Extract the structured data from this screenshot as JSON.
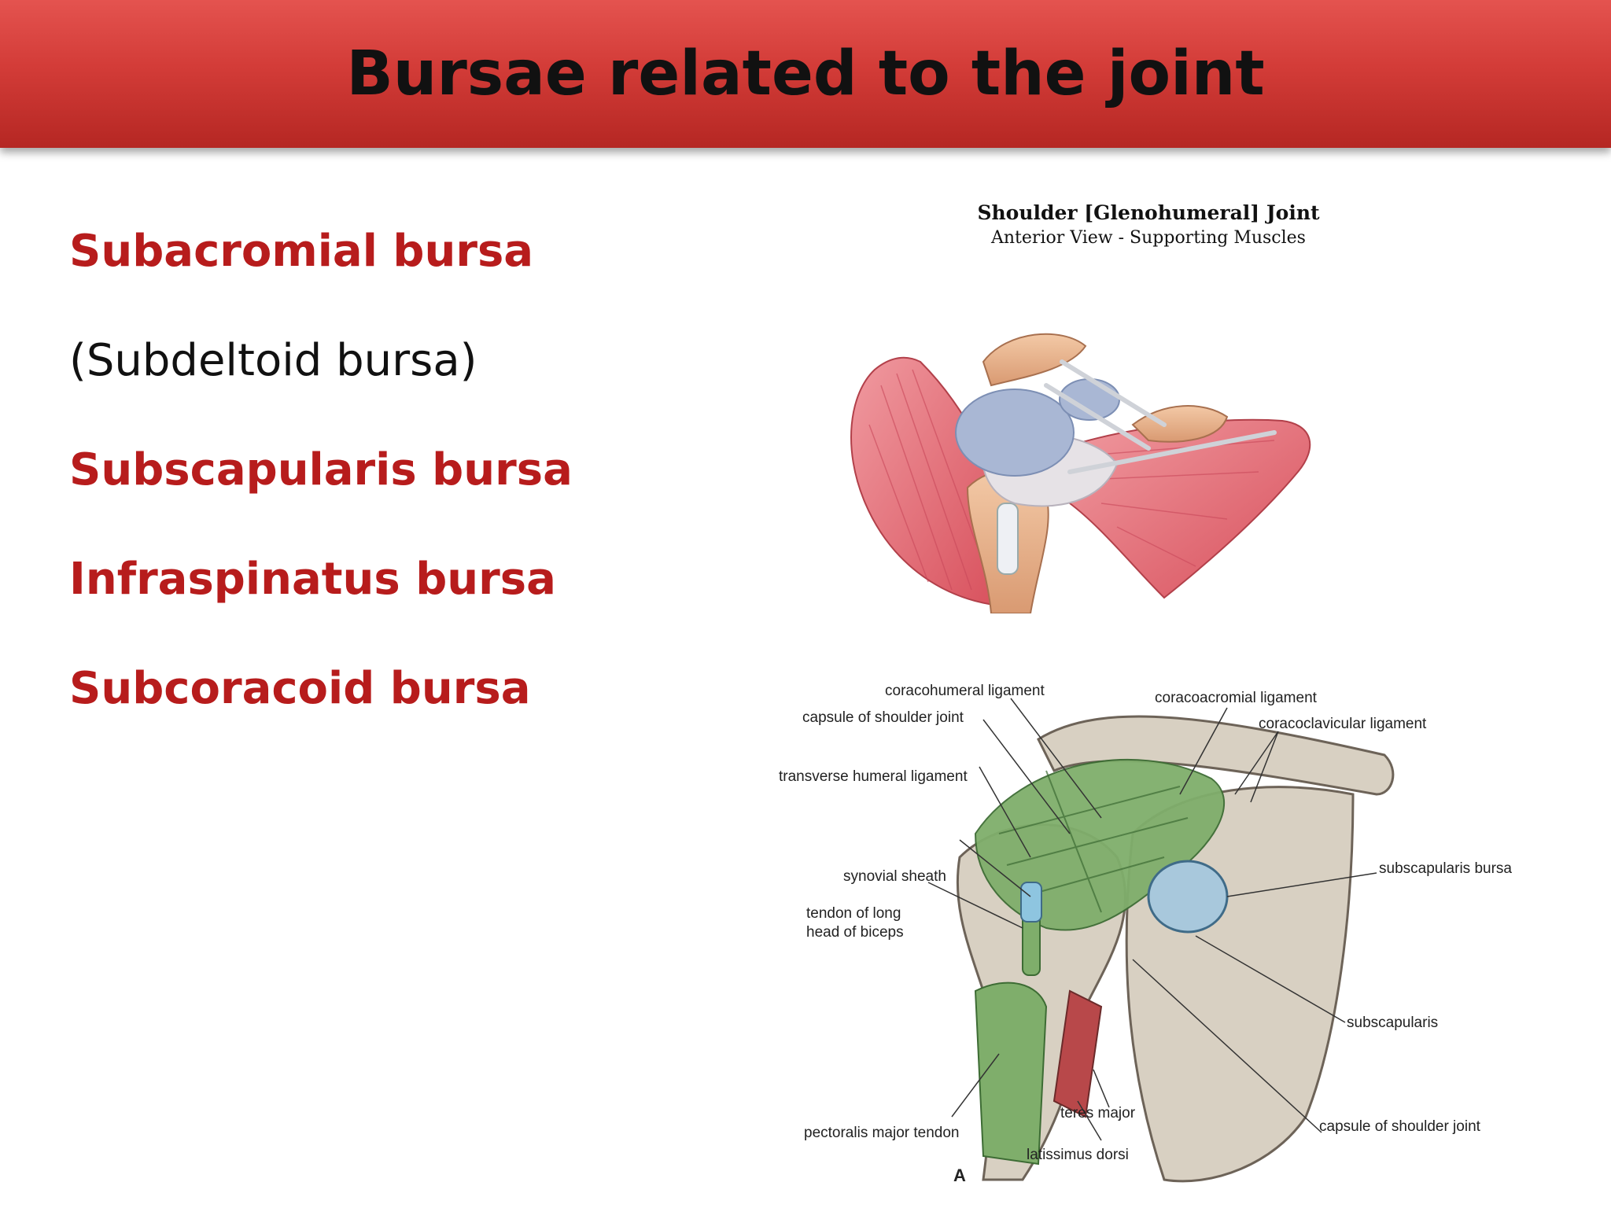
{
  "slide": {
    "title": "Bursae related to the joint"
  },
  "bullets": [
    {
      "text": "Subacromial bursa",
      "style": "red"
    },
    {
      "text": "(Subdeltoid bursa)",
      "style": "black"
    },
    {
      "text": "Subscapularis bursa",
      "style": "red"
    },
    {
      "text": "Infraspinatus bursa",
      "style": "red"
    },
    {
      "text": "Subcoracoid bursa",
      "style": "red"
    }
  ],
  "figure_top": {
    "title": "Shoulder [Glenohumeral] Joint",
    "subtitle": "Anterior View - Supporting Muscles"
  },
  "figure_bottom": {
    "labels": {
      "coracohumeral": "coracohumeral ligament",
      "capsule_top": "capsule of shoulder joint",
      "transverse": "transverse humeral ligament",
      "synovial": "synovial sheath",
      "tendon_line1": "tendon of long",
      "tendon_line2": "head of biceps",
      "pectoralis": "pectoralis major tendon",
      "coracoacromial": "coracoacromial ligament",
      "coracoclavicular": "coracoclavicular ligament",
      "subscap_bursa": "subscapularis bursa",
      "subscapularis": "subscapularis",
      "capsule_bottom": "capsule of shoulder joint",
      "teres": "teres major",
      "latissimus": "latissimus dorsi",
      "panel": "A"
    }
  },
  "colors": {
    "title_bar": "#d33c38",
    "accent_text": "#b71c1c",
    "muscle": "#e0707a",
    "cartilage": "#a9b7d4",
    "bone": "#d8d0c2",
    "ligament_green": "#6f9e5e",
    "bursa_blue": "#a8c8dc"
  }
}
